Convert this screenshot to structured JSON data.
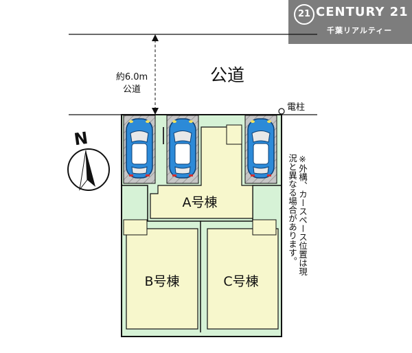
{
  "brand": {
    "mark": "21",
    "name": "CENTURY 21",
    "subname": "千葉リアルティー"
  },
  "road": {
    "label": "公道",
    "width_label_line1": "約6.0m",
    "width_label_line2": "公道"
  },
  "pole_label": "電柱",
  "compass_label": "N",
  "lots": {
    "a": "A号棟",
    "b": "B号棟",
    "c": "C号棟"
  },
  "note": "※外構、カースペース位置は現況と異なる場合があります。",
  "colors": {
    "lot_fill": "#d6f2d6",
    "building_fill": "#f7f7cc",
    "parking_fill": "#c6c6c6",
    "car_body": "#2c8ad8",
    "brand_bg": "#7d7d7d"
  }
}
